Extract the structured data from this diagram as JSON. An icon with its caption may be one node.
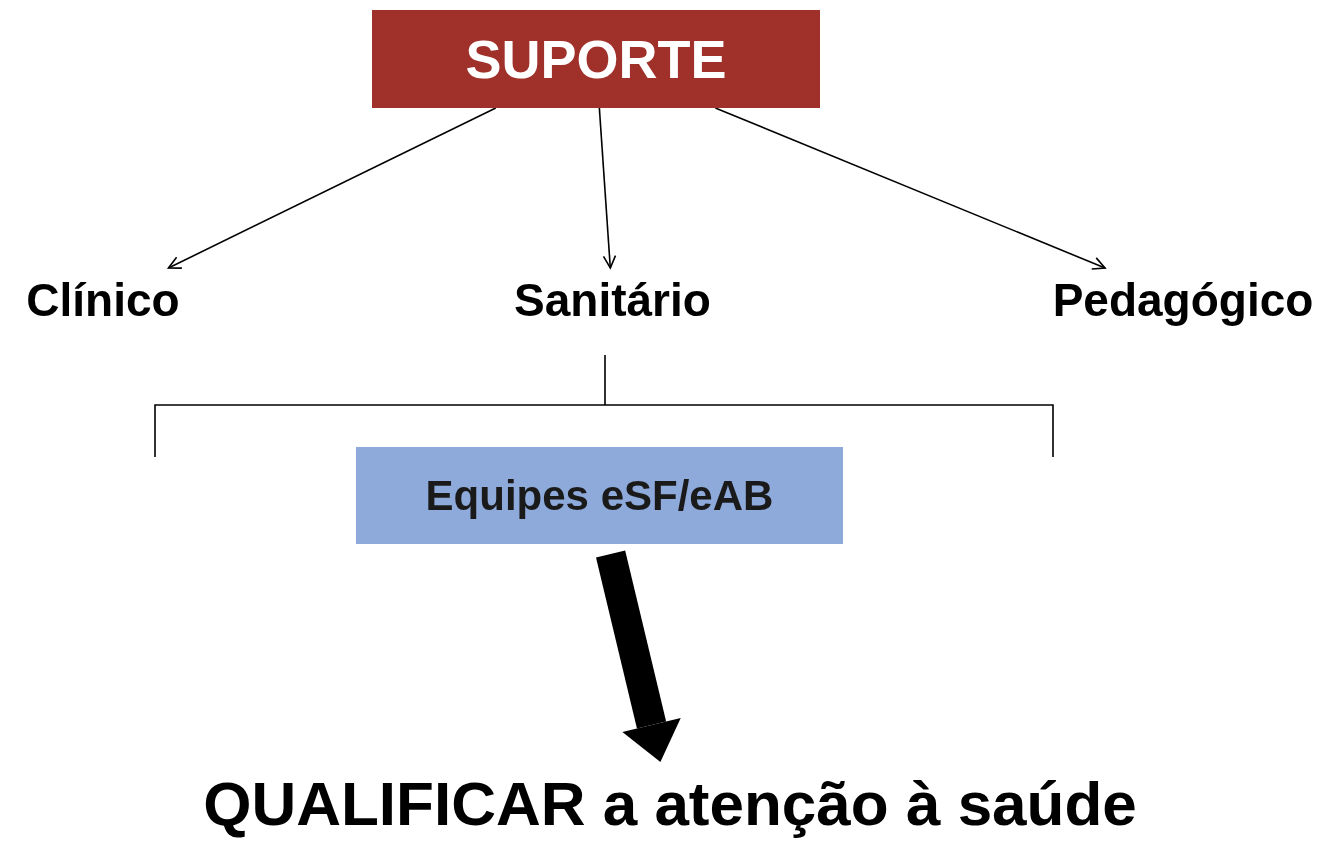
{
  "diagram": {
    "nodes": [
      {
        "text": [
          "SUPORTE"
        ]
      },
      {
        "text": [
          "Clínico"
        ]
      },
      {
        "text": [
          "Sanitário"
        ]
      },
      {
        "text": [
          "Pedagógico"
        ]
      },
      {
        "text": [
          "Equipes eSF/eAB"
        ]
      },
      {
        "text": [
          "QUALIFICAR a atenção à saúde"
        ]
      }
    ],
    "edges": [
      {
        "from": 0,
        "to": 1,
        "arrow": "to"
      },
      {
        "from": 0,
        "to": 2,
        "arrow": "to"
      },
      {
        "from": 0,
        "to": 3,
        "arrow": "to"
      },
      {
        "from": 4,
        "to": 5,
        "arrow": "to",
        "style": "thick"
      }
    ]
  }
}
